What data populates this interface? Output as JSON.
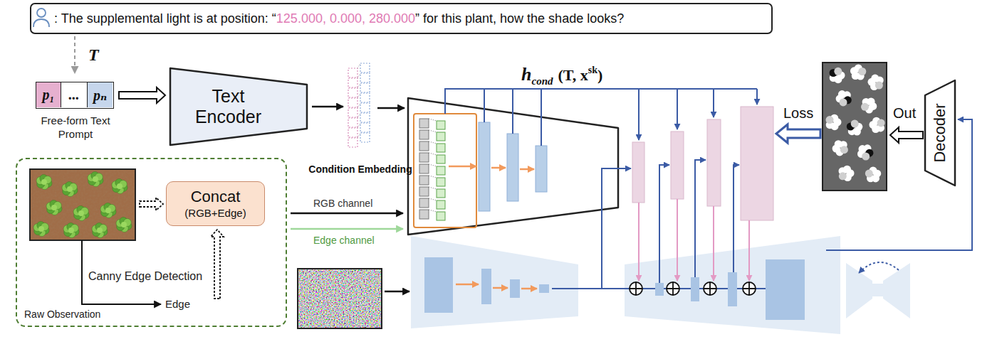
{
  "diagram": {
    "nodes": [
      {
        "text": [
          ": The supplemental light is at position: “",
          "125.000, 0.000, 280.000",
          "” for this plant, how the shade looks?"
        ]
      },
      {
        "text": [
          "Free-form Text Prompt"
        ]
      },
      {
        "text": [
          "p₁"
        ],
        "in": 1
      },
      {
        "text": [
          "..."
        ],
        "in": 1
      },
      {
        "text": [
          "pₙ"
        ],
        "in": 1
      },
      {
        "text": [
          "Text Encoder"
        ]
      },
      {
        "text": [
          "Condition Embedding"
        ]
      },
      {
        "text": [
          "Raw Observation"
        ]
      },
      {
        "text": [
          "Concat",
          "(RGB+Edge)"
        ],
        "in": 7
      },
      {
        "text": [
          "Decoder"
        ]
      }
    ],
    "edges": [
      {
        "from": 0,
        "to": 1,
        "arrow": "to"
      },
      {
        "from": 1,
        "to": 5,
        "arrow": "to"
      },
      {
        "from": 5,
        "to": 6,
        "arrow": "to"
      }
    ],
    "labels": [
      "T",
      "h",
      "cond",
      "(T, x",
      "sk",
      ")",
      "RGB channel",
      "Edge channel",
      "Canny Edge Detection",
      "Edge",
      "Loss",
      "Out"
    ]
  }
}
